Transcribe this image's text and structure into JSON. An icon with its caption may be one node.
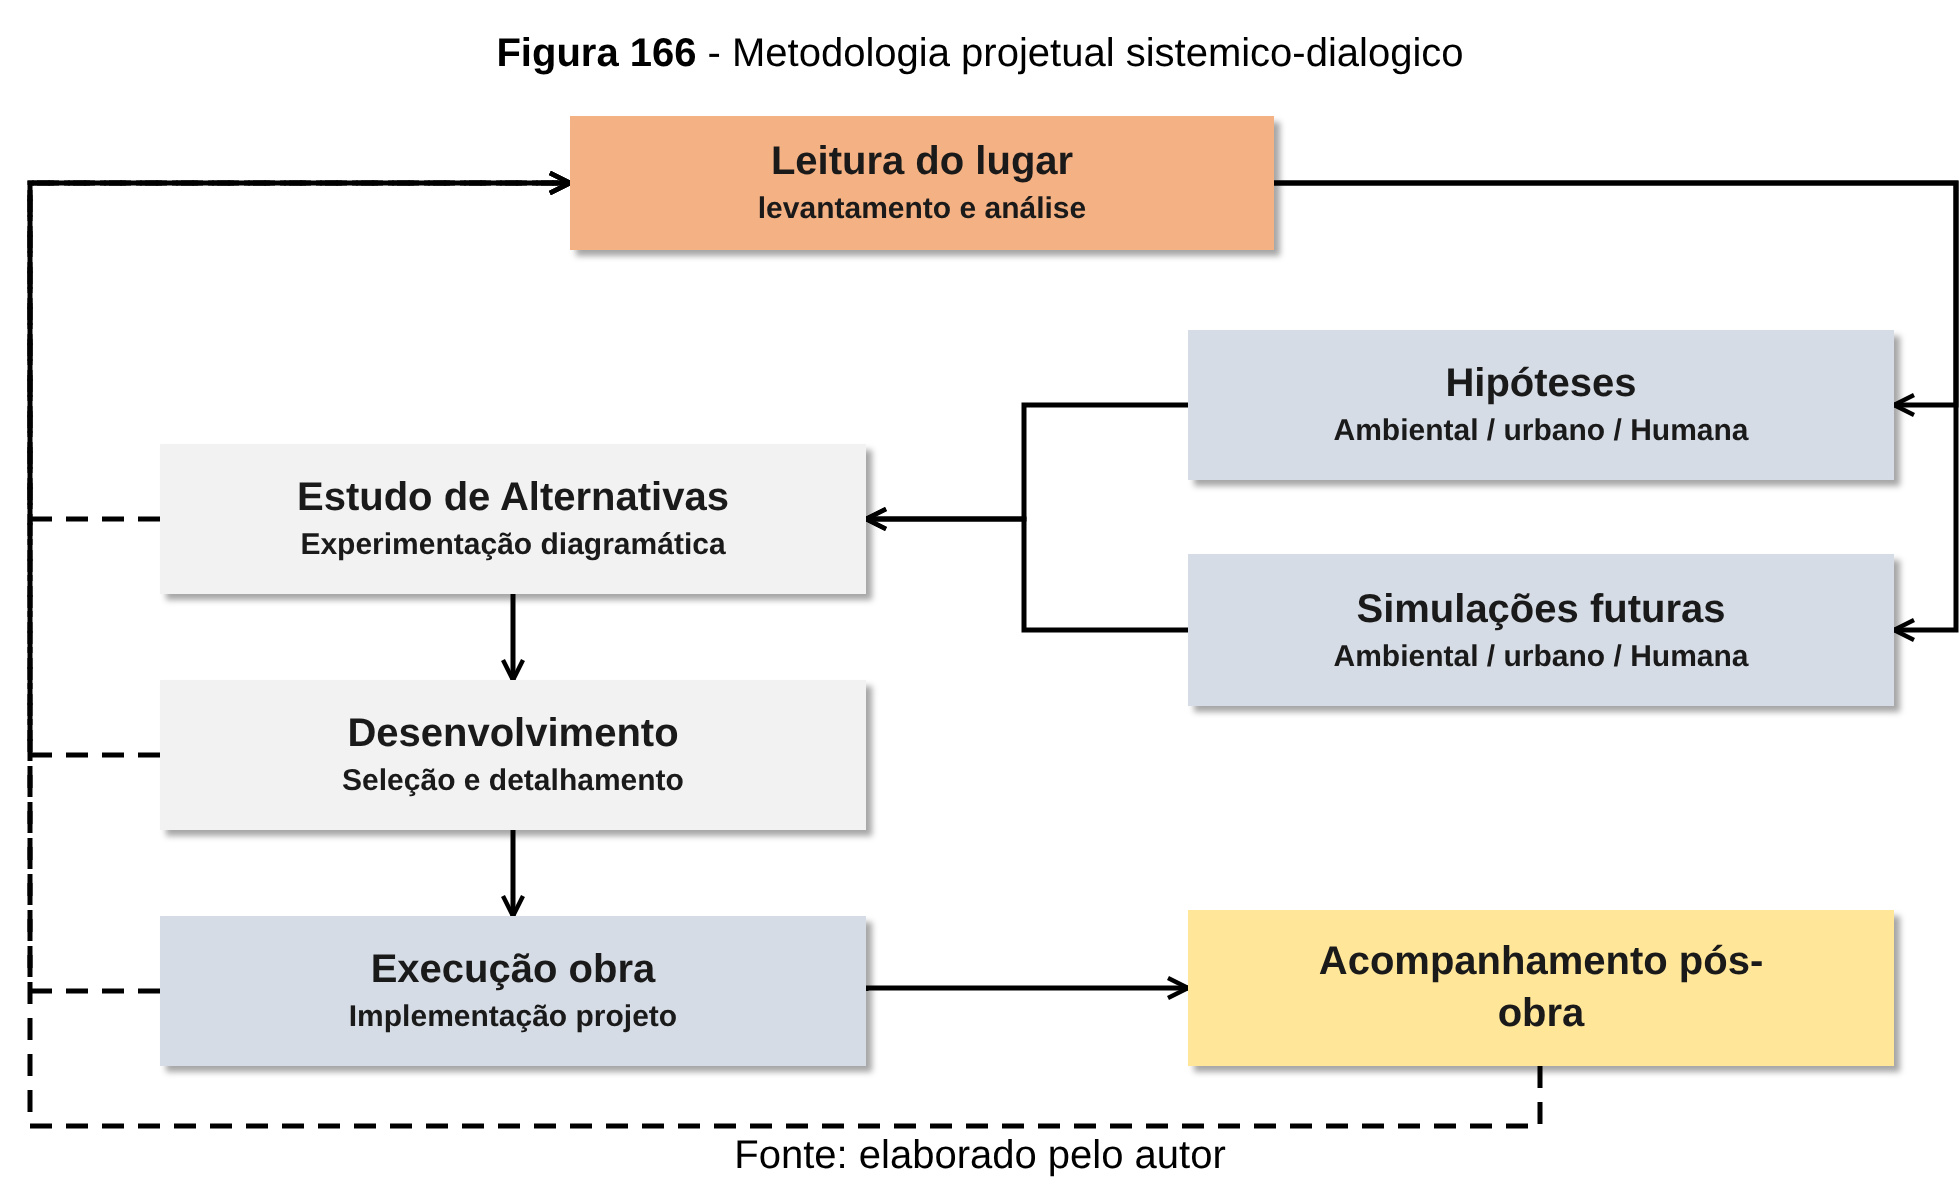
{
  "diagram": {
    "title": "**Figura 166** - Metodologia projetual sistemico-dialogico",
    "caption": "Fonte: elaborado pelo autor",
    "nodes": [
      {
        "text": [
          "Leitura do lugar",
          "levantamento e análise"
        ]
      },
      {
        "text": [
          "Hipóteses",
          "Ambiental / urbano / Humana"
        ]
      },
      {
        "text": [
          "Simulações futuras",
          "Ambiental / urbano / Humana"
        ]
      },
      {
        "text": [
          "Estudo de Alternativas",
          "Experimentação diagramática"
        ]
      },
      {
        "text": [
          "Desenvolvimento",
          "Seleção e detalhamento"
        ]
      },
      {
        "text": [
          "Execução obra",
          "Implementação projeto"
        ]
      },
      {
        "text": [
          "Acompanhamento pós-obra"
        ]
      }
    ],
    "edges": [
      {
        "from": 0,
        "to": 1,
        "arrow": "to"
      },
      {
        "from": 0,
        "to": 2,
        "arrow": "to"
      },
      {
        "from": 1,
        "to": 3,
        "arrow": "to"
      },
      {
        "from": 2,
        "to": 3,
        "arrow": "to"
      },
      {
        "from": 3,
        "to": 4,
        "arrow": "to"
      },
      {
        "from": 4,
        "to": 5,
        "arrow": "to"
      },
      {
        "from": 5,
        "to": 6,
        "arrow": "to"
      },
      {
        "from": 6,
        "to": 0,
        "arrow": "to",
        "style": "dashed"
      },
      {
        "from": 3,
        "to": 0,
        "arrow": "to",
        "style": "dashed"
      },
      {
        "from": 4,
        "to": 0,
        "arrow": "to",
        "style": "dashed"
      },
      {
        "from": 5,
        "to": 0,
        "arrow": "to",
        "style": "dashed"
      }
    ]
  }
}
